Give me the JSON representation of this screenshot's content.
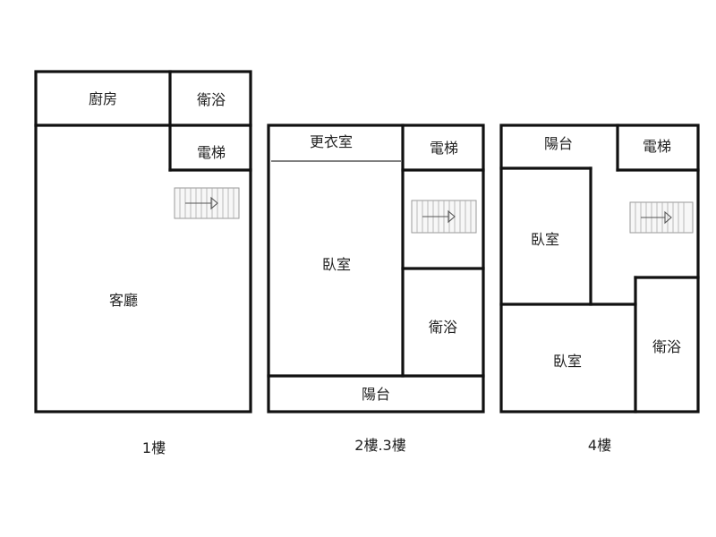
{
  "floors": [
    {
      "label": "1樓",
      "rooms": {
        "kitchen": "廚房",
        "bathroom": "衛浴",
        "elevator": "電梯",
        "living_room": "客廳"
      }
    },
    {
      "label": "2樓.3樓",
      "rooms": {
        "closet": "更衣室",
        "elevator": "電梯",
        "bedroom": "臥室",
        "bathroom": "衛浴",
        "balcony": "陽台"
      }
    },
    {
      "label": "4樓",
      "rooms": {
        "balcony": "陽台",
        "elevator": "電梯",
        "bedroom_top": "臥室",
        "bedroom_bottom": "臥室",
        "bathroom": "衛浴"
      }
    }
  ]
}
